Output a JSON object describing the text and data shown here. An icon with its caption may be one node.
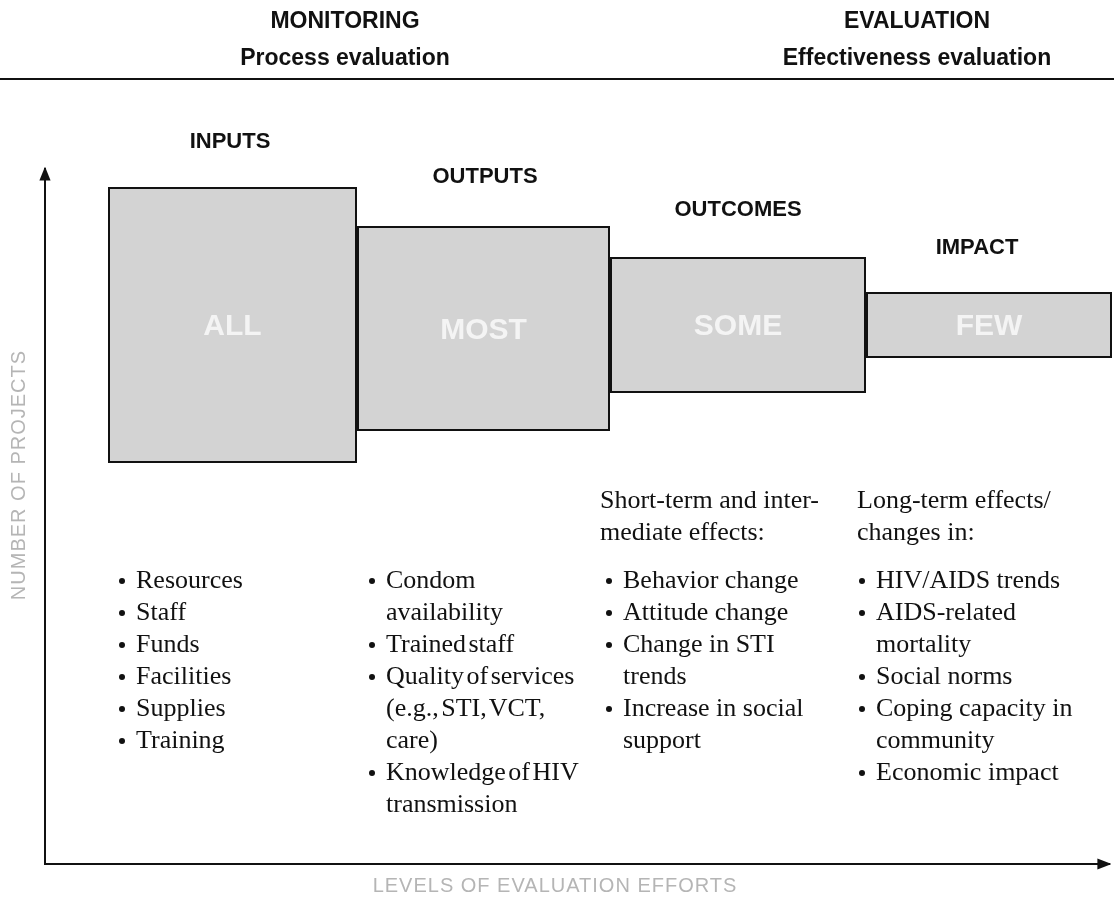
{
  "diagram": {
    "nodes": [
      {
        "text": [
          "INPUTS",
          "ALL"
        ],
        "beside": [
          "Resources",
          "Staff",
          "Funds",
          "Facilities",
          "Supplies",
          "Training"
        ]
      },
      {
        "text": [
          "OUTPUTS",
          "MOST"
        ],
        "beside": [
          "Condom availability",
          "Trained staff",
          "Quality of services (e.g., STI, VCT, care)",
          "Knowledge of HIV transmission"
        ]
      },
      {
        "text": [
          "OUTCOMES",
          "SOME"
        ],
        "beside": [
          "Behavior change",
          "Attitude change",
          "Change in STI trends",
          "Increase in social support"
        ]
      },
      {
        "text": [
          "IMPACT",
          "FEW"
        ],
        "beside": [
          "HIV/AIDS trends",
          "AIDS-related mortality",
          "Social norms",
          "Coping capacity in community",
          "Economic impact"
        ]
      }
    ],
    "labels": [
      "MONITORING",
      "Process evaluation",
      "EVALUATION",
      "Effectiveness evaluation",
      "Short-term and inter-mediate effects:",
      "Long-term effects/ changes in:",
      "NUMBER OF PROJECTS",
      "LEVELS OF EVALUATION EFFORTS"
    ]
  }
}
